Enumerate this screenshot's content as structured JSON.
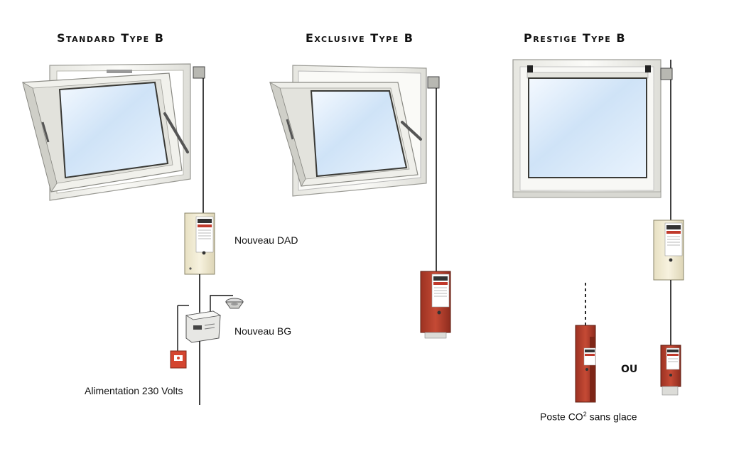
{
  "titles": {
    "standard": "Standard Type B",
    "exclusive": "Exclusive Type B",
    "prestige": "Prestige Type B"
  },
  "labels": {
    "dad": "Nouveau DAD",
    "bg": "Nouveau BG",
    "power": "Alimentation 230 Volts",
    "or": "OU",
    "co2_prefix": "Poste CO",
    "co2_sup": "2",
    "co2_suffix": " sans glace"
  },
  "colors": {
    "frame": "#f2f2ee",
    "frame_edge": "#9a9a94",
    "glass": "#dbeaf8",
    "red_box": "#b8402e",
    "cream_box": "#f1ecd6",
    "line": "#111111"
  }
}
